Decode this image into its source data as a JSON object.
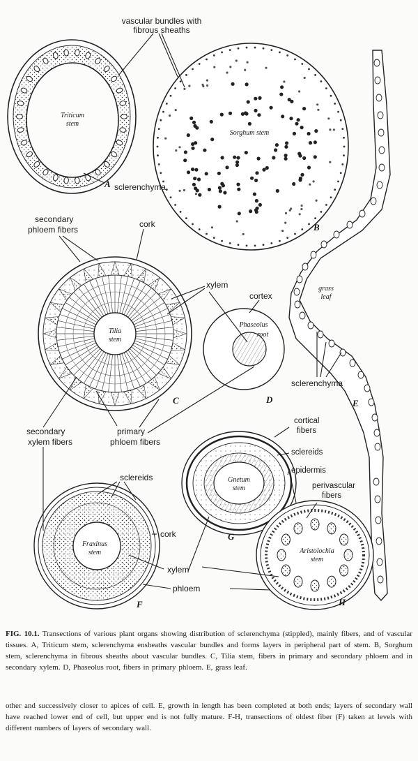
{
  "labels": {
    "vascular_bundles": "vascular bundles with",
    "fibrous_sheaths": "fibrous sheaths",
    "sclerenchyma_a": "sclerenchyma",
    "secondary_phloem_fibers_1": "secondary",
    "secondary_phloem_fibers_2": "phloem fibers",
    "cork_c": "cork",
    "xylem_c": "xylem",
    "cortex": "cortex",
    "sclerenchyma_e": "sclerenchyma",
    "secondary_xylem_fibers_1": "secondary",
    "secondary_xylem_fibers_2": "xylem fibers",
    "primary_phloem_fibers_1": "primary",
    "primary_phloem_fibers_2": "phloem fibers",
    "cortical_fibers_1": "cortical",
    "cortical_fibers_2": "fibers",
    "sclereids_g": "sclereids",
    "epidermis": "epidermis",
    "perivascular_fibers_1": "perivascular",
    "perivascular_fibers_2": "fibers",
    "sclereids_f": "sclereids",
    "cork_f": "cork",
    "xylem_fg": "xylem",
    "phloem": "phloem"
  },
  "organs": {
    "triticum_1": "Triticum",
    "triticum_2": "stem",
    "sorghum": "Sorghum stem",
    "tilia_1": "Tilia",
    "tilia_2": "stem",
    "phaseolus_1": "Phaseolus",
    "phaseolus_2": "root",
    "grass_1": "grass",
    "grass_2": "leaf",
    "gnetum_1": "Gnetum",
    "gnetum_2": "stem",
    "fraxinus_1": "Fraxinus",
    "fraxinus_2": "stem",
    "aristolochia_1": "Aristolochia",
    "aristolochia_2": "stem"
  },
  "panels": {
    "A": "A",
    "B": "B",
    "C": "C",
    "D": "D",
    "E": "E",
    "F": "F",
    "G": "G",
    "H": "H"
  },
  "caption": {
    "number": "FIG. 10.1.",
    "text": "Transections of various plant organs showing distribution of sclerenchyma (stippled), mainly fibers, and of vascular tissues. A, Triticum stem, sclerenchyma ensheaths vascular bundles and forms layers in peripheral part of stem. B, Sorghum stem, sclerenchyma in fibrous sheaths about vascular bundles. C, Tilia stem, fibers in primary and secondary phloem and in secondary xylem. D, Phaseolus root, fibers in primary phloem. E, grass leaf.",
    "continuation": "other and successively closer to apices of cell. E, growth in length has been completed at both ends; layers of secondary wall have reached lower end of cell, but upper end is not fully mature. F-H, transections of oldest fiber (F) taken at levels with different numbers of layers of secondary wall."
  }
}
